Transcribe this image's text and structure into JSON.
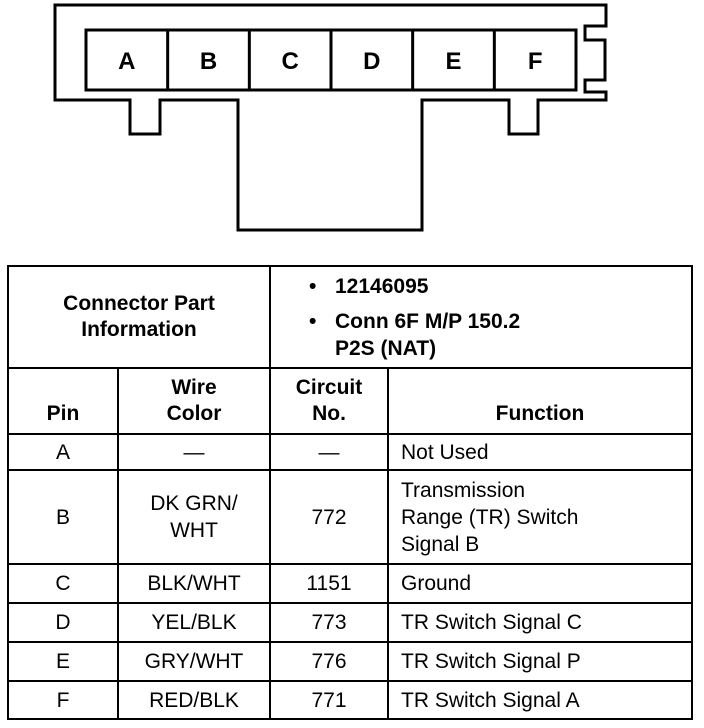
{
  "connector": {
    "pins": [
      "A",
      "B",
      "C",
      "D",
      "E",
      "F"
    ]
  },
  "part_info": {
    "label_line1": "Connector Part",
    "label_line2": "Information",
    "items": [
      "12146095",
      "Conn 6F M/P 150.2",
      "P2S (NAT)"
    ]
  },
  "columns": {
    "pin": "Pin",
    "wire_color_line1": "Wire",
    "wire_color_line2": "Color",
    "circuit_line1": "Circuit",
    "circuit_line2": "No.",
    "function": "Function"
  },
  "rows": [
    {
      "pin": "A",
      "wire": "—",
      "circuit": "—",
      "function": "Not Used"
    },
    {
      "pin": "B",
      "wire_line1": "DK GRN/",
      "wire_line2": "WHT",
      "circuit": "772",
      "function_line1": "Transmission",
      "function_line2": "Range (TR) Switch",
      "function_line3": "Signal B"
    },
    {
      "pin": "C",
      "wire": "BLK/WHT",
      "circuit": "1151",
      "function": "Ground"
    },
    {
      "pin": "D",
      "wire": "YEL/BLK",
      "circuit": "773",
      "function": "TR Switch Signal C"
    },
    {
      "pin": "E",
      "wire": "GRY/WHT",
      "circuit": "776",
      "function": "TR Switch Signal P"
    },
    {
      "pin": "F",
      "wire": "RED/BLK",
      "circuit": "771",
      "function": "TR Switch Signal A"
    }
  ]
}
